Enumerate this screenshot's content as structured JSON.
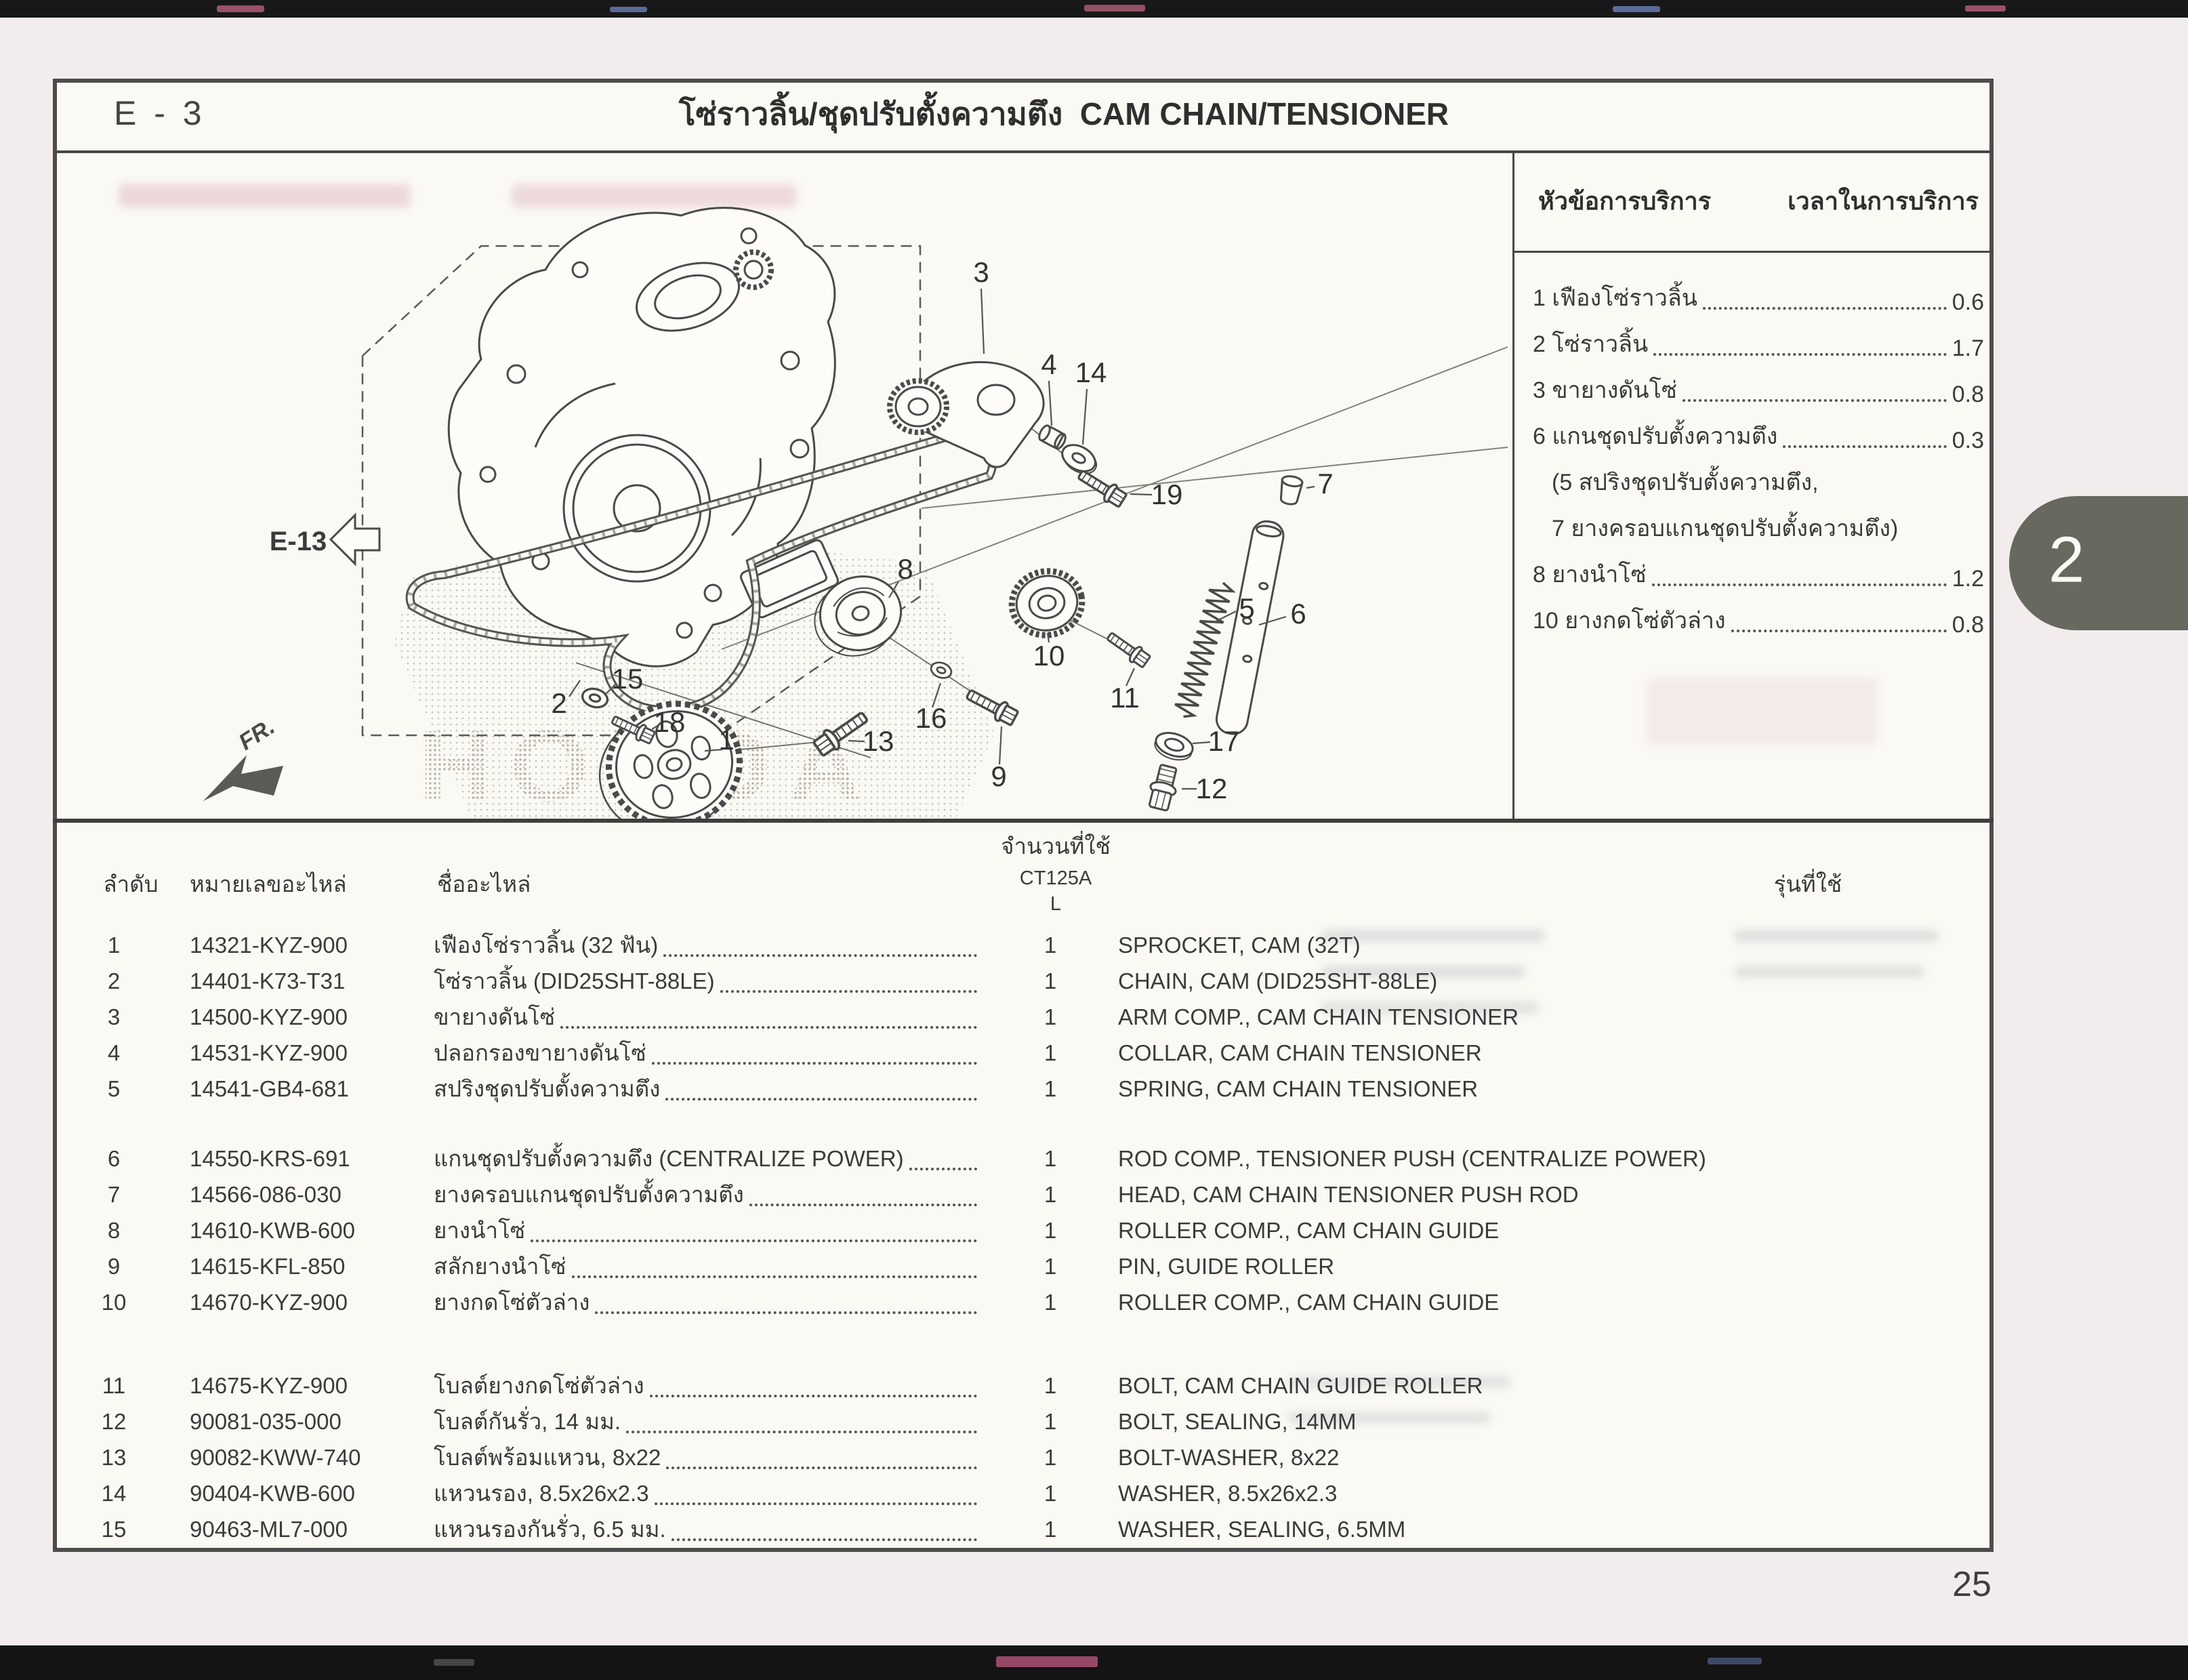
{
  "page": {
    "code": "E - 3",
    "title_thai": "โซ่ราวลิ้น/ชุดปรับตั้งความตึง",
    "title_en": "CAM CHAIN/TENSIONER",
    "page_number": "25",
    "section_tab": "2"
  },
  "diagram": {
    "ref_label": "E-13",
    "fr_label": "FR.",
    "watermark": "HONDA",
    "callouts": [
      "1",
      "2",
      "3",
      "4",
      "5",
      "6",
      "7",
      "8",
      "9",
      "10",
      "11",
      "12",
      "13",
      "14",
      "15",
      "16",
      "17",
      "18",
      "19"
    ]
  },
  "service_box": {
    "header_topic": "หัวข้อการบริการ",
    "header_time": "เวลาในการบริการ",
    "items": [
      {
        "label": "1 เฟืองโซ่ราวลิ้น",
        "time": "0.6",
        "paren": false
      },
      {
        "label": "2 โซ่ราวลิ้น",
        "time": "1.7",
        "paren": false
      },
      {
        "label": "3 ขายางดันโซ่",
        "time": "0.8",
        "paren": false
      },
      {
        "label": "6 แกนชุดปรับตั้งความตึง",
        "time": "0.3",
        "paren": false
      },
      {
        "label": "(5 สปริงชุดปรับตั้งความตึง,",
        "time": "",
        "paren": true
      },
      {
        "label": "7 ยางครอบแกนชุดปรับตั้งความตึง)",
        "time": "",
        "paren": true
      },
      {
        "label": "8 ยางนำโซ่",
        "time": "1.2",
        "paren": false
      },
      {
        "label": "10 ยางกดโซ่ตัวล่าง",
        "time": "0.8",
        "paren": false
      }
    ]
  },
  "table": {
    "headers": {
      "no": "ลำดับ",
      "part_number": "หมายเลขอะไหล่",
      "name": "ชื่ออะไหล่",
      "qty_title": "จำนวนที่ใช้",
      "qty_model": "CT125A",
      "qty_sub": "L",
      "model": "รุ่นที่ใช้"
    },
    "groups": [
      [
        {
          "no": "1",
          "pn": "14321-KYZ-900",
          "th": "เฟืองโซ่ราวลิ้น (32 ฟัน)",
          "qty": "1",
          "en": "SPROCKET, CAM (32T)"
        },
        {
          "no": "2",
          "pn": "14401-K73-T31",
          "th": "โซ่ราวลิ้น (DID25SHT-88LE)",
          "qty": "1",
          "en": "CHAIN, CAM (DID25SHT-88LE)"
        },
        {
          "no": "3",
          "pn": "14500-KYZ-900",
          "th": "ขายางดันโซ่",
          "qty": "1",
          "en": "ARM COMP., CAM CHAIN TENSIONER"
        },
        {
          "no": "4",
          "pn": "14531-KYZ-900",
          "th": "ปลอกรองขายางดันโซ่",
          "qty": "1",
          "en": "COLLAR, CAM CHAIN TENSIONER"
        },
        {
          "no": "5",
          "pn": "14541-GB4-681",
          "th": "สปริงชุดปรับตั้งความตึง",
          "qty": "1",
          "en": "SPRING, CAM CHAIN TENSIONER"
        }
      ],
      [
        {
          "no": "6",
          "pn": "14550-KRS-691",
          "th": "แกนชุดปรับตั้งความตึง (CENTRALIZE POWER)",
          "qty": "1",
          "en": "ROD COMP., TENSIONER PUSH (CENTRALIZE POWER)"
        },
        {
          "no": "7",
          "pn": "14566-086-030",
          "th": "ยางครอบแกนชุดปรับตั้งความตึง",
          "qty": "1",
          "en": "HEAD, CAM CHAIN TENSIONER PUSH ROD"
        },
        {
          "no": "8",
          "pn": "14610-KWB-600",
          "th": "ยางนำโซ่",
          "qty": "1",
          "en": "ROLLER COMP., CAM CHAIN GUIDE"
        },
        {
          "no": "9",
          "pn": "14615-KFL-850",
          "th": "สลักยางนำโซ่",
          "qty": "1",
          "en": "PIN, GUIDE ROLLER"
        },
        {
          "no": "10",
          "pn": "14670-KYZ-900",
          "th": "ยางกดโซ่ตัวล่าง",
          "qty": "1",
          "en": "ROLLER COMP., CAM CHAIN GUIDE"
        }
      ],
      [
        {
          "no": "11",
          "pn": "14675-KYZ-900",
          "th": "โบลต์ยางกดโซ่ตัวล่าง",
          "qty": "1",
          "en": "BOLT, CAM CHAIN GUIDE ROLLER"
        },
        {
          "no": "12",
          "pn": "90081-035-000",
          "th": "โบลต์กันรั่ว, 14 มม.",
          "qty": "1",
          "en": "BOLT, SEALING, 14MM"
        },
        {
          "no": "13",
          "pn": "90082-KWW-740",
          "th": "โบลต์พร้อมแหวน, 8x22",
          "qty": "1",
          "en": "BOLT-WASHER, 8x22"
        },
        {
          "no": "14",
          "pn": "90404-KWB-600",
          "th": "แหวนรอง, 8.5x26x2.3",
          "qty": "1",
          "en": "WASHER, 8.5x26x2.3"
        },
        {
          "no": "15",
          "pn": "90463-ML7-000",
          "th": "แหวนรองกันรั่ว, 6.5 มม.",
          "qty": "1",
          "en": "WASHER, SEALING, 6.5MM"
        }
      ]
    ]
  }
}
